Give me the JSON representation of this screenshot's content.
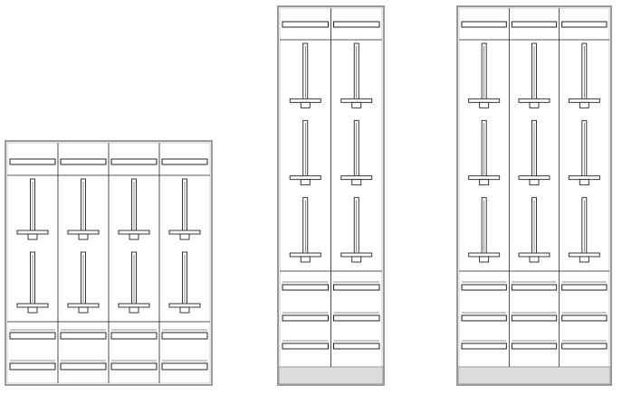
{
  "cabinets": [
    {
      "name": "cabinet-left",
      "columns": 4,
      "top_rails": 1,
      "meter_tiers": 2,
      "bottom_rails": 2,
      "has_plinth": false
    },
    {
      "name": "cabinet-middle",
      "columns": 2,
      "top_rails": 1,
      "meter_tiers": 3,
      "bottom_rails": 3,
      "has_plinth": true
    },
    {
      "name": "cabinet-right",
      "columns": 3,
      "top_rails": 1,
      "meter_tiers": 3,
      "bottom_rails": 3,
      "has_plinth": true
    }
  ],
  "colors": {
    "frame": "#9a9a9a",
    "frame_inner": "#cfcfcf",
    "line": "#222222",
    "plinth": "#dcdcdc",
    "background": "#ffffff"
  }
}
